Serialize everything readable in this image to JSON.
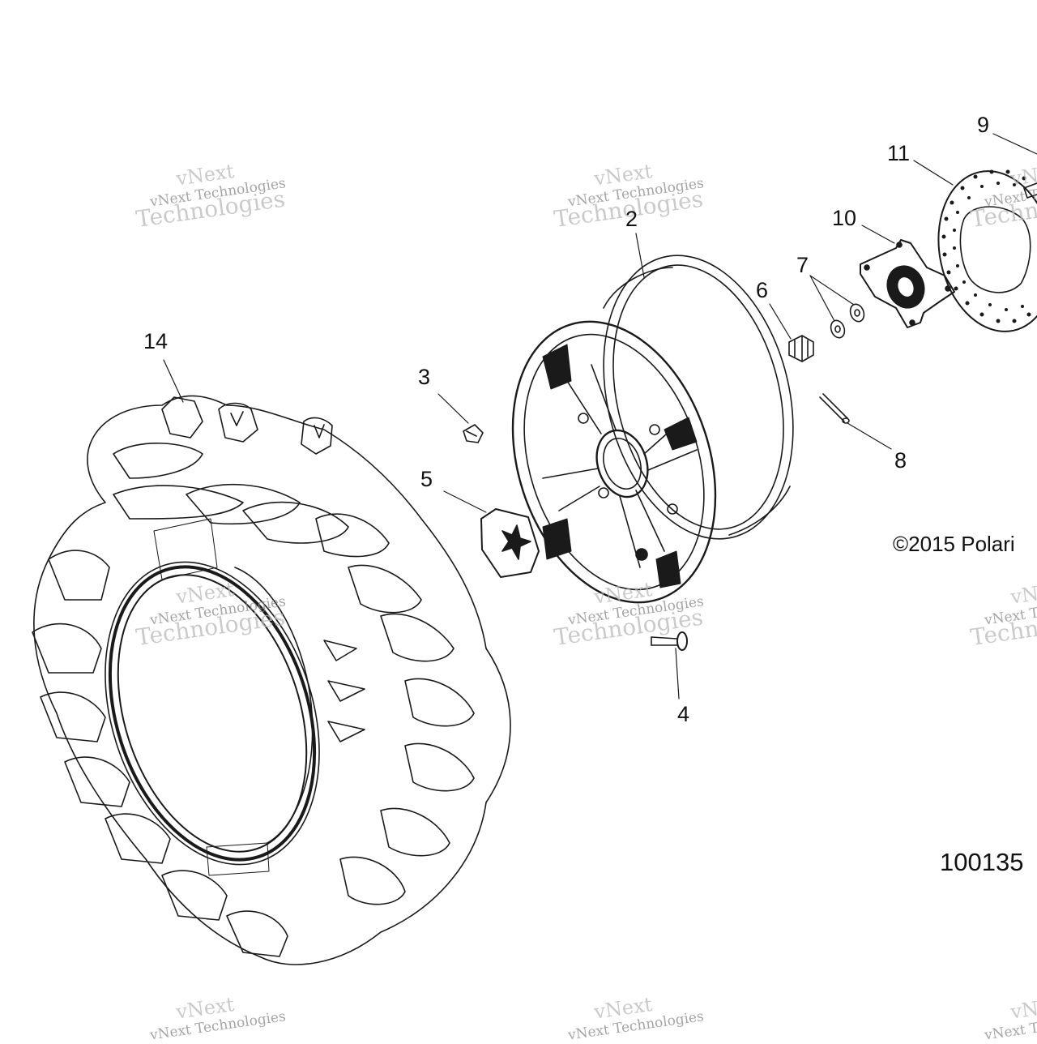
{
  "callouts": {
    "c2": "2",
    "c3": "3",
    "c4": "4",
    "c5": "5",
    "c6": "6",
    "c7": "7",
    "c8": "8",
    "c9": "9",
    "c10": "10",
    "c11": "11",
    "c14": "14"
  },
  "copyright": "©2015 Polari",
  "figure_id": "100135",
  "watermark": {
    "line1": "vNext",
    "line2": "vNext Technologies",
    "line3": "Technologies"
  },
  "colors": {
    "line": "#1a1a1a",
    "watermark": "#b9b9b9",
    "background": "#ffffff"
  }
}
